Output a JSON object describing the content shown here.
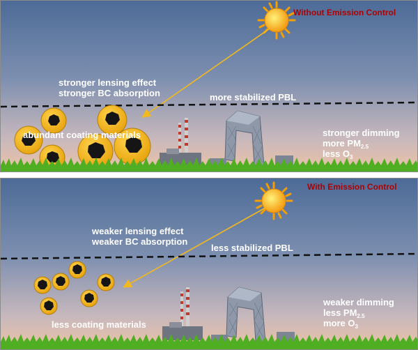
{
  "panels": [
    {
      "title": "Without Emission Control",
      "lensing": "stronger lensing effect",
      "absorption": "stronger BC absorption",
      "pbl": "more stabilized PBL",
      "coating": "abundant coating materials",
      "dimming": "stronger dimming",
      "pm_prefix": "more PM",
      "pm_sub": "2.5",
      "o3_prefix": "less O",
      "o3_sub": "3"
    },
    {
      "title": "With Emission Control",
      "lensing": "weaker lensing effect",
      "absorption": "weaker BC absorption",
      "pbl": "less stabilized PBL",
      "coating": "less coating materials",
      "dimming": "weaker dimming",
      "pm_prefix": "less PM",
      "pm_sub": "2.5",
      "o3_prefix": "more O",
      "o3_sub": "3"
    }
  ],
  "colors": {
    "title": "#b00000",
    "sky_top": "#4e6d98",
    "sky_bottom": "#efc4a8",
    "particle_fill": "#f2b81f",
    "particle_core": "#141414",
    "arrow": "#f2b81f",
    "grass": "#3f9a1c"
  },
  "icons": [
    "sun-icon",
    "smokestack-icon",
    "cctv-tower-icon",
    "bc-particle-icon"
  ]
}
